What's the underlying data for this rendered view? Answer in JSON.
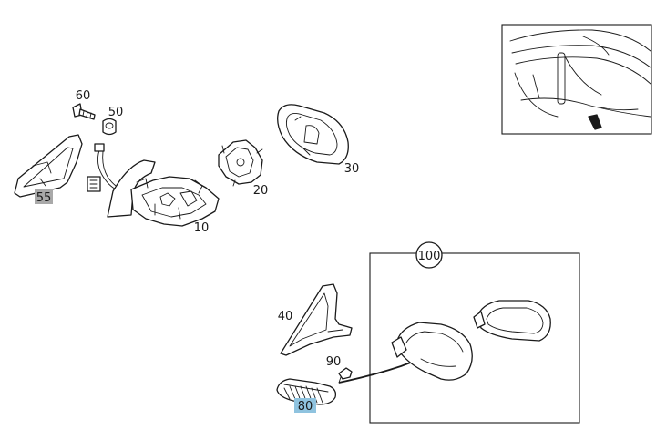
{
  "labels": {
    "p10": "10",
    "p20": "20",
    "p30": "30",
    "p40": "40",
    "p50": "50",
    "p55": "55",
    "p60": "60",
    "p80": "80",
    "p90": "90",
    "p100": "100"
  },
  "colors": {
    "ink": "#1a1a1a",
    "highlight_grey": "#a9a9a9",
    "highlight_blue": "#8fc3df",
    "background": "#ffffff"
  }
}
